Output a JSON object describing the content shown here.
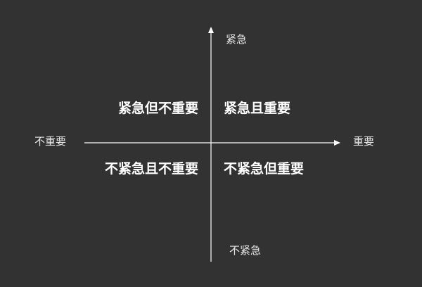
{
  "axes": {
    "top": "紧急",
    "bottom": "不紧急",
    "left": "不重要",
    "right": "重要"
  },
  "quadrants": {
    "top_left": "紧急但不重要",
    "top_right": "紧急且重要",
    "bottom_left": "不紧急且不重要",
    "bottom_right": "不紧急但重要"
  },
  "colors": {
    "background": "#323232",
    "axis": "#ffffff",
    "text": "#ffffff"
  }
}
